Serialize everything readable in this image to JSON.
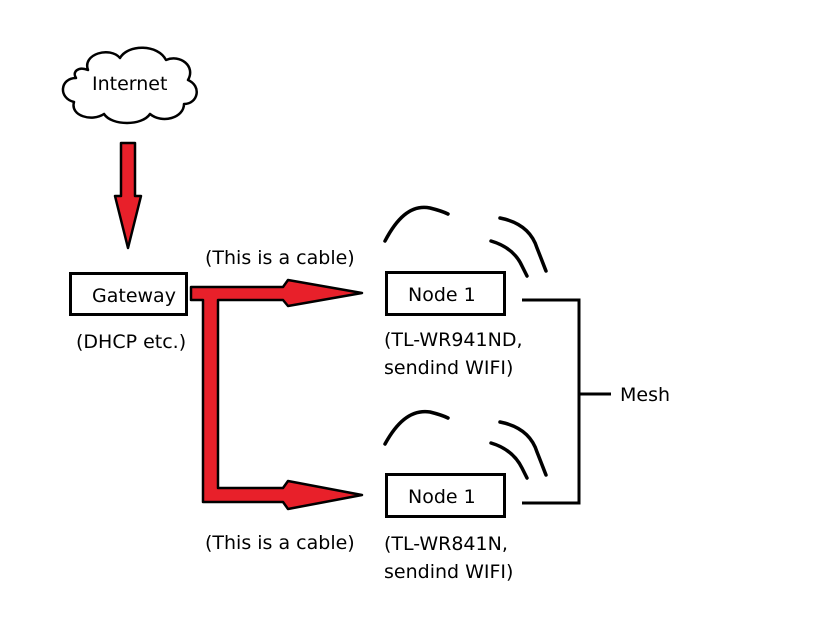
{
  "internet": {
    "label": "Internet"
  },
  "gateway": {
    "label": "Gateway",
    "note": "(DHCP etc.)"
  },
  "cable_labels": {
    "top": "(This is a cable)",
    "bottom": "(This is a cable)"
  },
  "node1": {
    "label": "Node 1",
    "model": "(TL-WR941ND,",
    "note": "sendind WIFI)"
  },
  "node2": {
    "label": "Node 1",
    "model": "(TL-WR841N,",
    "note": "sendind WIFI)"
  },
  "mesh": {
    "label": "Mesh"
  },
  "colors": {
    "arrow_fill": "#e8202a",
    "stroke": "#000000",
    "background": "#ffffff"
  }
}
